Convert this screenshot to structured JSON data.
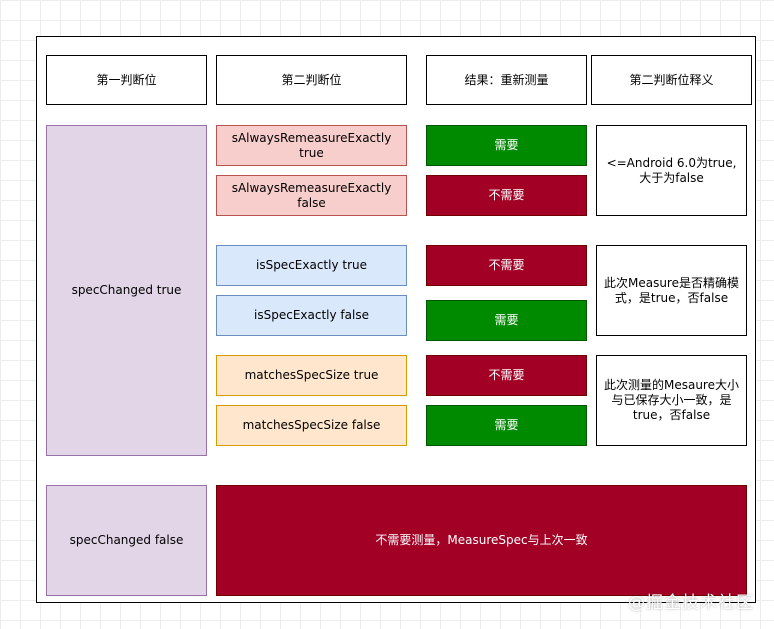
{
  "headers": {
    "col1": "第一判断位",
    "col2": "第二判断位",
    "col3": "结果：重新测量",
    "col4": "第二判断位释义"
  },
  "first_bit": {
    "true_label": "specChanged true",
    "false_label": "specChanged false"
  },
  "groups": [
    {
      "true_label": "sAlwaysRemeasureExactly true",
      "false_label": "sAlwaysRemeasureExactly false",
      "true_result": "需要",
      "false_result": "不需要",
      "note": "<=Android 6.0为true,大于为false"
    },
    {
      "true_label": "isSpecExactly true",
      "false_label": "isSpecExactly false",
      "true_result": "不需要",
      "false_result": "需要",
      "note": "此次Measure是否精确模式，是true，否false"
    },
    {
      "true_label": "matchesSpecSize true",
      "false_label": "matchesSpecSize false",
      "true_result": "不需要",
      "false_result": "需要",
      "note": "此次测量的Mesaure大小与已保存大小一致，是 true，否false"
    }
  ],
  "false_result": "不需要测量，MeasureSpec与上次一致",
  "watermark": "@掘金技术社区",
  "colors": {
    "green": "#008a00",
    "dark_red": "#a20025",
    "purple": "#e1d5e7",
    "light_red": "#f8cecc",
    "light_blue": "#dae8fc",
    "light_orange": "#ffe6cc"
  }
}
